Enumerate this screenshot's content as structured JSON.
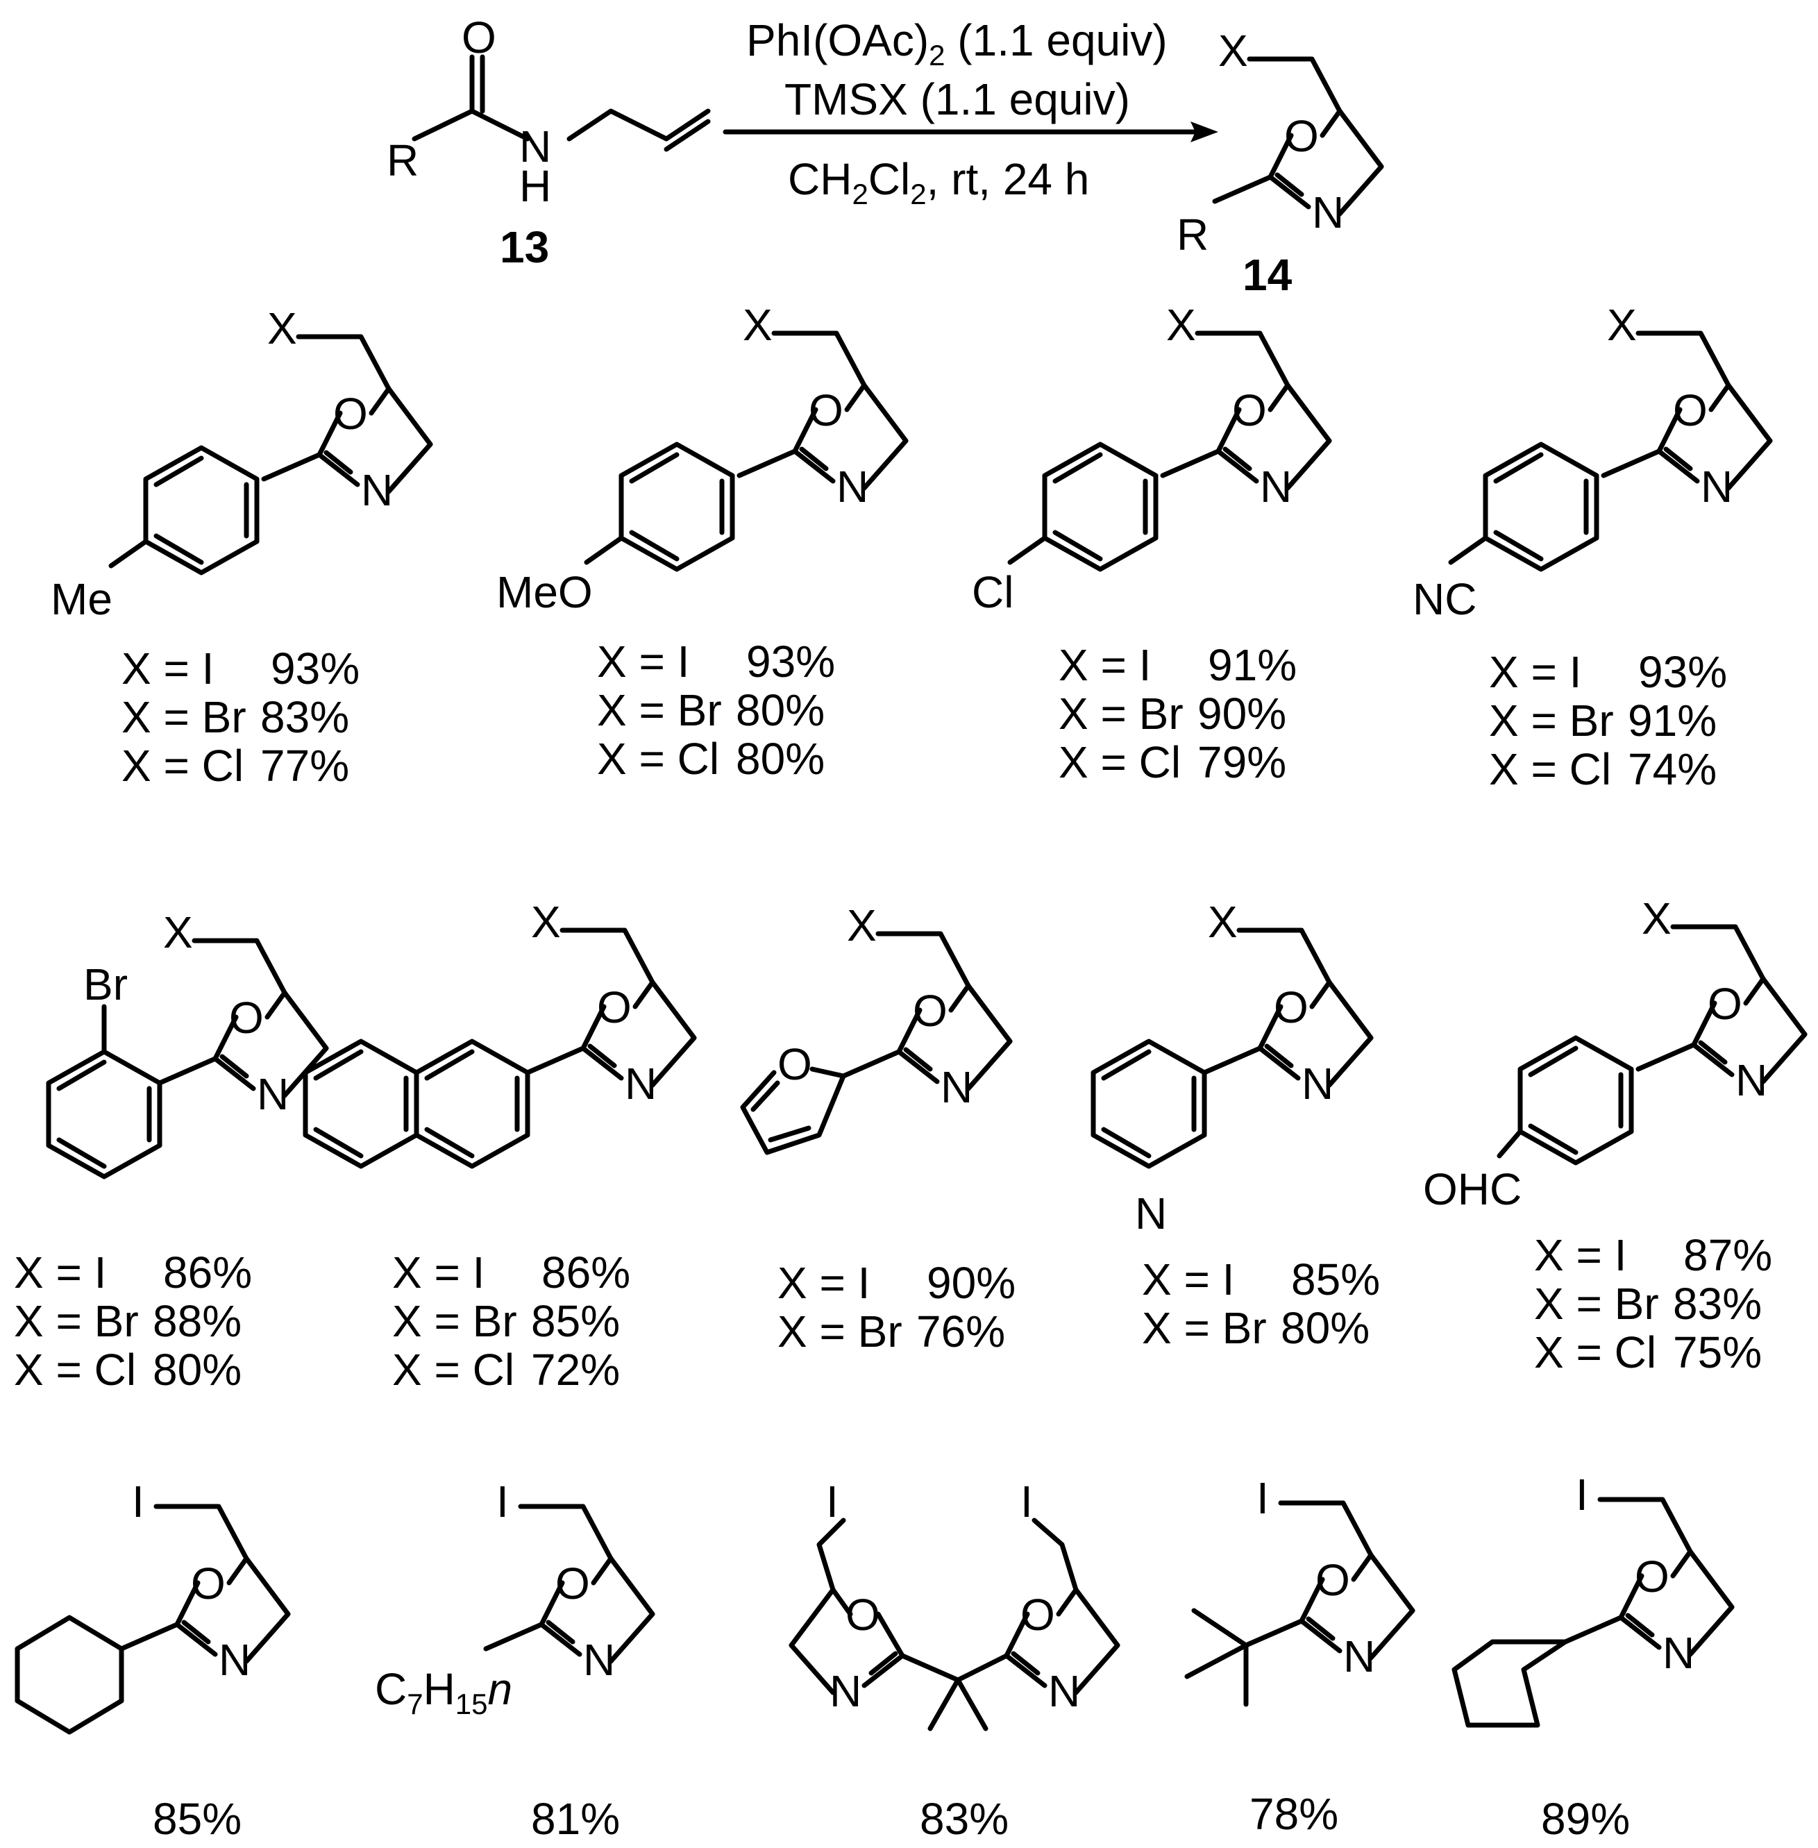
{
  "reaction": {
    "reagent_line1": "PhI(OAc)",
    "reagent_line1_sub": "2",
    "reagent_line1_tail": " (1.1 equiv)",
    "reagent_line2": "TMSX (1.1 equiv)",
    "conditions_a": "CH",
    "conditions_sub1": "2",
    "conditions_b": "Cl",
    "conditions_sub2": "2",
    "conditions_tail": ", rt, 24 h",
    "start_label": "13",
    "product_label": "14"
  },
  "atoms": {
    "O": "O",
    "N": "N",
    "H": "H",
    "R": "R",
    "X": "X",
    "I": "I",
    "Me": "Me",
    "MeO": "MeO",
    "Cl": "Cl",
    "NC": "NC",
    "Br": "Br",
    "OHC": "OHC",
    "C7": "C",
    "C7_sub1": "7",
    "C7_H": "H",
    "C7_sub2": "15",
    "C7_n": "n"
  },
  "yields": {
    "p_tolyl": [
      "X = I",
      "93%",
      "X = Br",
      "83%",
      "X = Cl",
      "77%"
    ],
    "p_anisyl": [
      "X = I",
      "93%",
      "X = Br",
      "80%",
      "X = Cl",
      "80%"
    ],
    "p_chlorophenyl": [
      "X = I",
      "91%",
      "X = Br",
      "90%",
      "X = Cl",
      "79%"
    ],
    "p_cyanophenyl": [
      "X = I",
      "93%",
      "X = Br",
      "91%",
      "X = Cl",
      "74%"
    ],
    "o_bromophenyl": [
      "X = I",
      "86%",
      "X = Br",
      "88%",
      "X = Cl",
      "80%"
    ],
    "naphthyl": [
      "X = I",
      "86%",
      "X = Br",
      "85%",
      "X = Cl",
      "72%"
    ],
    "furyl": [
      "X = I",
      "90%",
      "X = Br",
      "76%"
    ],
    "pyridyl": [
      "X = I",
      "85%",
      "X = Br",
      "80%"
    ],
    "p_formylphenyl": [
      "X = I",
      "87%",
      "X = Br",
      "83%",
      "X = Cl",
      "75%"
    ],
    "cyclohexyl": "85%",
    "heptyl": "81%",
    "bis": "83%",
    "tert_butyl": "78%",
    "cyclopentyl": "89%"
  }
}
